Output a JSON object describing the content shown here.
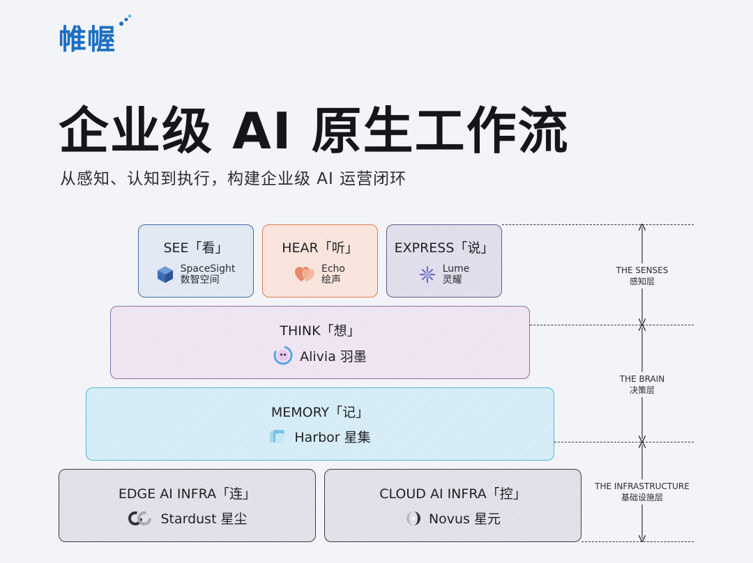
{
  "brand": {
    "logo_text": "帷幄"
  },
  "header": {
    "title": "企业级 AI 原生工作流",
    "subtitle": "从感知、认知到执行，构建企业级 AI 运营闭环"
  },
  "modules": {
    "see": {
      "title": "SEE「看」",
      "product_en": "SpaceSight",
      "product_cn": "数智空间",
      "color": "#3d6aa3"
    },
    "hear": {
      "title": "HEAR「听」",
      "product_en": "Echo",
      "product_cn": "绘声",
      "color": "#de7a52"
    },
    "express": {
      "title": "EXPRESS「说」",
      "product_en": "Lume",
      "product_cn": "灵耀",
      "color": "#5c5a88"
    },
    "think": {
      "title": "THINK「想」",
      "product": "Alivia 羽墨",
      "color": "#8a6ea8"
    },
    "memory": {
      "title": "MEMORY「记」",
      "product": "Harbor 星集",
      "color": "#4cb4d6"
    },
    "edge": {
      "title": "EDGE AI INFRA「连」",
      "product": "Stardust 星尘",
      "color": "#3a3b44"
    },
    "cloud": {
      "title": "CLOUD AI INFRA「控」",
      "product": "Novus 星元",
      "color": "#3a3b44"
    }
  },
  "layers": {
    "senses": {
      "en": "THE SENSES",
      "cn": "感知层"
    },
    "brain": {
      "en": "THE BRAIN",
      "cn": "决策层"
    },
    "infra": {
      "en": "THE INFRASTRUCTURE",
      "cn": "基础设施层"
    }
  }
}
